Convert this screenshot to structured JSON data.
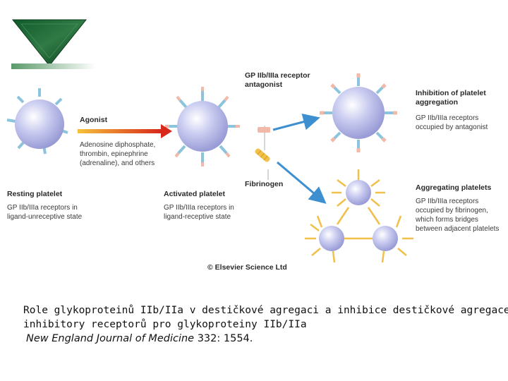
{
  "diagram": {
    "resting_platelet": {
      "title": "Resting platelet",
      "lines": [
        "GP IIb/IIIa receptors in",
        "ligand-unreceptive state"
      ]
    },
    "agonist": {
      "title": "Agonist",
      "lines": [
        "Adenosine diphosphate,",
        "thrombin, epinephrine",
        "(adrenaline), and others"
      ]
    },
    "activated_platelet": {
      "title": "Activated platelet",
      "lines": [
        "GP IIb/IIIa receptors in",
        "ligand-receptive state"
      ]
    },
    "antagonist": {
      "lines": [
        "GP IIb/IIIa receptor",
        "antagonist"
      ]
    },
    "fibrinogen": {
      "title": "Fibrinogen"
    },
    "inhibition": {
      "title_lines": [
        "Inhibition of platelet",
        "aggregation"
      ],
      "lines": [
        "GP IIb/IIIa receptors",
        "occupied by antagonist"
      ]
    },
    "aggregating": {
      "title": "Aggregating platelets",
      "lines": [
        "GP IIb/IIIa receptors",
        "occupied by fibrinogen,",
        "which forms bridges",
        "between adjacent platelets"
      ]
    },
    "copyright": "© Elsevier Science Ltd"
  },
  "colors": {
    "platelet": "#b3b6e6",
    "receptor": "#8bc4dc",
    "antagonist": "#f2b8a8",
    "fibrinogen": "#f0c048",
    "agonist_arrow": "#d8281c",
    "pathway_arrow": "#3d8fd0"
  },
  "caption": {
    "line1": "Role glykoproteinů IIb/IIa v destičkové agregaci a inhibice destičkové agregace",
    "line2": "inhibitory receptorů pro glykoproteiny IIb/IIa",
    "journal": "New England Journal of Medicine",
    "citation": " 332: 1554."
  }
}
